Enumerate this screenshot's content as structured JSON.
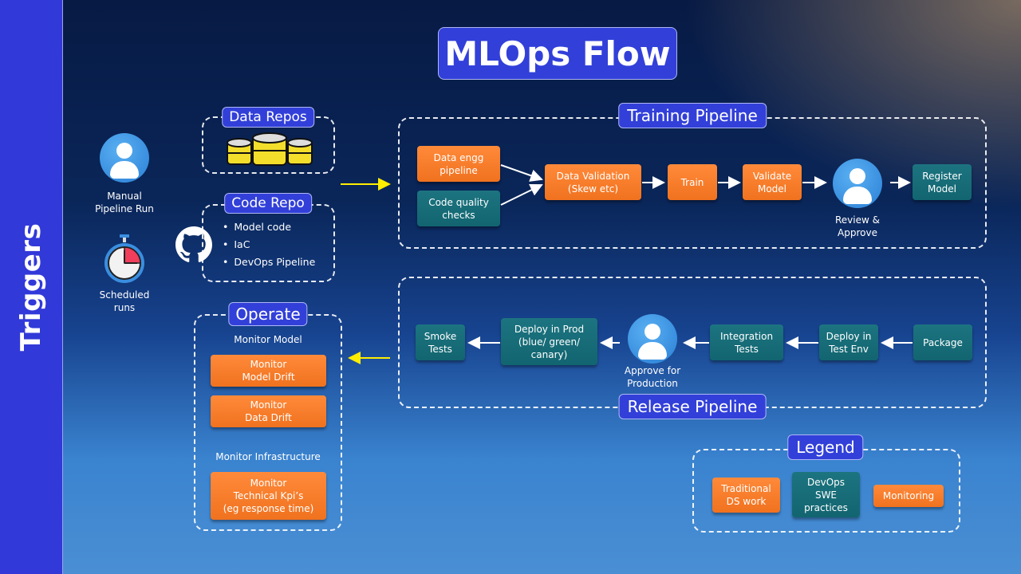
{
  "title": "MLOps Flow",
  "sidebar": {
    "label": "Triggers"
  },
  "triggers": {
    "manual": "Manual\nPipeline Run",
    "scheduled": "Scheduled\nruns"
  },
  "data_repos": {
    "label": "Data Repos"
  },
  "code_repo": {
    "label": "Code Repo",
    "items": [
      "Model code",
      "IaC",
      "DevOps Pipeline"
    ]
  },
  "training": {
    "label": "Training Pipeline",
    "nodes": {
      "data_engg": "Data engg\npipeline",
      "code_quality": "Code quality\nchecks",
      "data_validation": "Data Validation\n(Skew etc)",
      "train": "Train",
      "validate": "Validate\nModel",
      "review": "Review &\nApprove",
      "register": "Register\nModel"
    }
  },
  "release": {
    "label": "Release Pipeline",
    "nodes": {
      "package": "Package",
      "deploy_test": "Deploy in\nTest Env",
      "integration": "Integration\nTests",
      "approve": "Approve for\nProduction",
      "deploy_prod": "Deploy in Prod\n(blue/ green/\ncanary)",
      "smoke": "Smoke\nTests"
    }
  },
  "operate": {
    "label": "Operate",
    "monitor_model_heading": "Monitor Model",
    "model_drift": "Monitor\nModel Drift",
    "data_drift": "Monitor\nData Drift",
    "monitor_infra_heading": "Monitor Infrastructure",
    "technical_kpis": "Monitor\nTechnical Kpi’s\n(eg response time)"
  },
  "legend": {
    "label": "Legend",
    "items": [
      {
        "label": "Traditional\nDS work",
        "color": "#f47b2a"
      },
      {
        "label": "DevOps\nSWE\npractices",
        "color": "#166b76"
      },
      {
        "label": "Monitoring",
        "color": "#f47b2a"
      }
    ]
  },
  "colors": {
    "sidebar": "#3239d9",
    "label_box": "#3240d9",
    "orange": "#f47b2a",
    "teal": "#166b76",
    "flow_arrow": "#ffffff",
    "trigger_arrow": "#ffee00"
  }
}
